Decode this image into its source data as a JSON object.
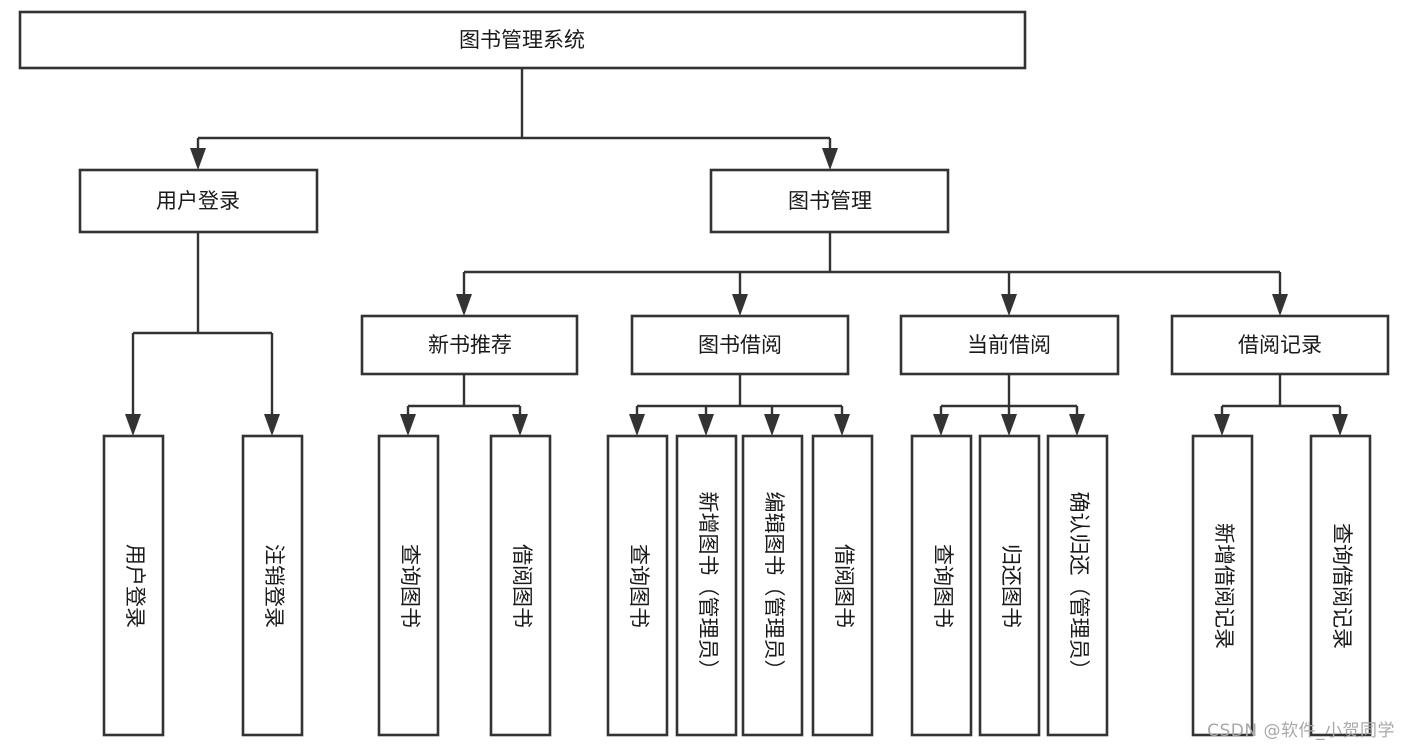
{
  "diagram": {
    "type": "tree",
    "title": "图书管理系统",
    "watermark": "CSDN @软件_小贺同学",
    "colors": {
      "box_stroke": "#333333",
      "box_fill": "#ffffff",
      "connector": "#333333",
      "text": "#1a1a1a",
      "background": "#ffffff",
      "watermark": "#a8a8a8"
    },
    "nodes": {
      "root": {
        "label": "图书管理系统",
        "orientation": "horizontal",
        "level": 0
      },
      "n_user_login": {
        "label": "用户登录",
        "orientation": "horizontal",
        "level": 1
      },
      "n_book_mgmt": {
        "label": "图书管理",
        "orientation": "horizontal",
        "level": 1
      },
      "n_new_book_rec": {
        "label": "新书推荐",
        "orientation": "horizontal",
        "level": 2
      },
      "n_book_borrow": {
        "label": "图书借阅",
        "orientation": "horizontal",
        "level": 2
      },
      "n_current_borrow": {
        "label": "当前借阅",
        "orientation": "horizontal",
        "level": 2
      },
      "n_borrow_record": {
        "label": "借阅记录",
        "orientation": "horizontal",
        "level": 2
      },
      "l_user_login": {
        "label": "用户登录",
        "orientation": "vertical",
        "level": 3
      },
      "l_logout": {
        "label": "注销登录",
        "orientation": "vertical",
        "level": 3
      },
      "l_query_book_a": {
        "label": "查询图书",
        "orientation": "vertical",
        "level": 3
      },
      "l_borrow_book_a": {
        "label": "借阅图书",
        "orientation": "vertical",
        "level": 3
      },
      "l_query_book_b": {
        "label": "查询图书",
        "orientation": "vertical",
        "level": 3
      },
      "l_add_book": {
        "label": "新增图书（管理员）",
        "orientation": "vertical",
        "level": 3
      },
      "l_edit_book": {
        "label": "编辑图书（管理员）",
        "orientation": "vertical",
        "level": 3
      },
      "l_borrow_book_b": {
        "label": "借阅图书",
        "orientation": "vertical",
        "level": 3
      },
      "l_query_book_c": {
        "label": "查询图书",
        "orientation": "vertical",
        "level": 3
      },
      "l_return_book": {
        "label": "归还图书",
        "orientation": "vertical",
        "level": 3
      },
      "l_confirm_return": {
        "label": "确认归还（管理员）",
        "orientation": "vertical",
        "level": 3
      },
      "l_add_record": {
        "label": "新增借阅记录",
        "orientation": "vertical",
        "level": 3
      },
      "l_query_record": {
        "label": "查询借阅记录",
        "orientation": "vertical",
        "level": 3
      }
    },
    "edges": [
      {
        "from": "root",
        "to": "n_user_login"
      },
      {
        "from": "root",
        "to": "n_book_mgmt"
      },
      {
        "from": "n_book_mgmt",
        "to": "n_new_book_rec"
      },
      {
        "from": "n_book_mgmt",
        "to": "n_book_borrow"
      },
      {
        "from": "n_book_mgmt",
        "to": "n_current_borrow"
      },
      {
        "from": "n_book_mgmt",
        "to": "n_borrow_record"
      },
      {
        "from": "n_user_login",
        "to": "l_user_login"
      },
      {
        "from": "n_user_login",
        "to": "l_logout"
      },
      {
        "from": "n_new_book_rec",
        "to": "l_query_book_a"
      },
      {
        "from": "n_new_book_rec",
        "to": "l_borrow_book_a"
      },
      {
        "from": "n_book_borrow",
        "to": "l_query_book_b"
      },
      {
        "from": "n_book_borrow",
        "to": "l_add_book"
      },
      {
        "from": "n_book_borrow",
        "to": "l_edit_book"
      },
      {
        "from": "n_book_borrow",
        "to": "l_borrow_book_b"
      },
      {
        "from": "n_current_borrow",
        "to": "l_query_book_c"
      },
      {
        "from": "n_current_borrow",
        "to": "l_return_book"
      },
      {
        "from": "n_current_borrow",
        "to": "l_confirm_return"
      },
      {
        "from": "n_borrow_record",
        "to": "l_add_record"
      },
      {
        "from": "n_borrow_record",
        "to": "l_query_record"
      }
    ]
  }
}
